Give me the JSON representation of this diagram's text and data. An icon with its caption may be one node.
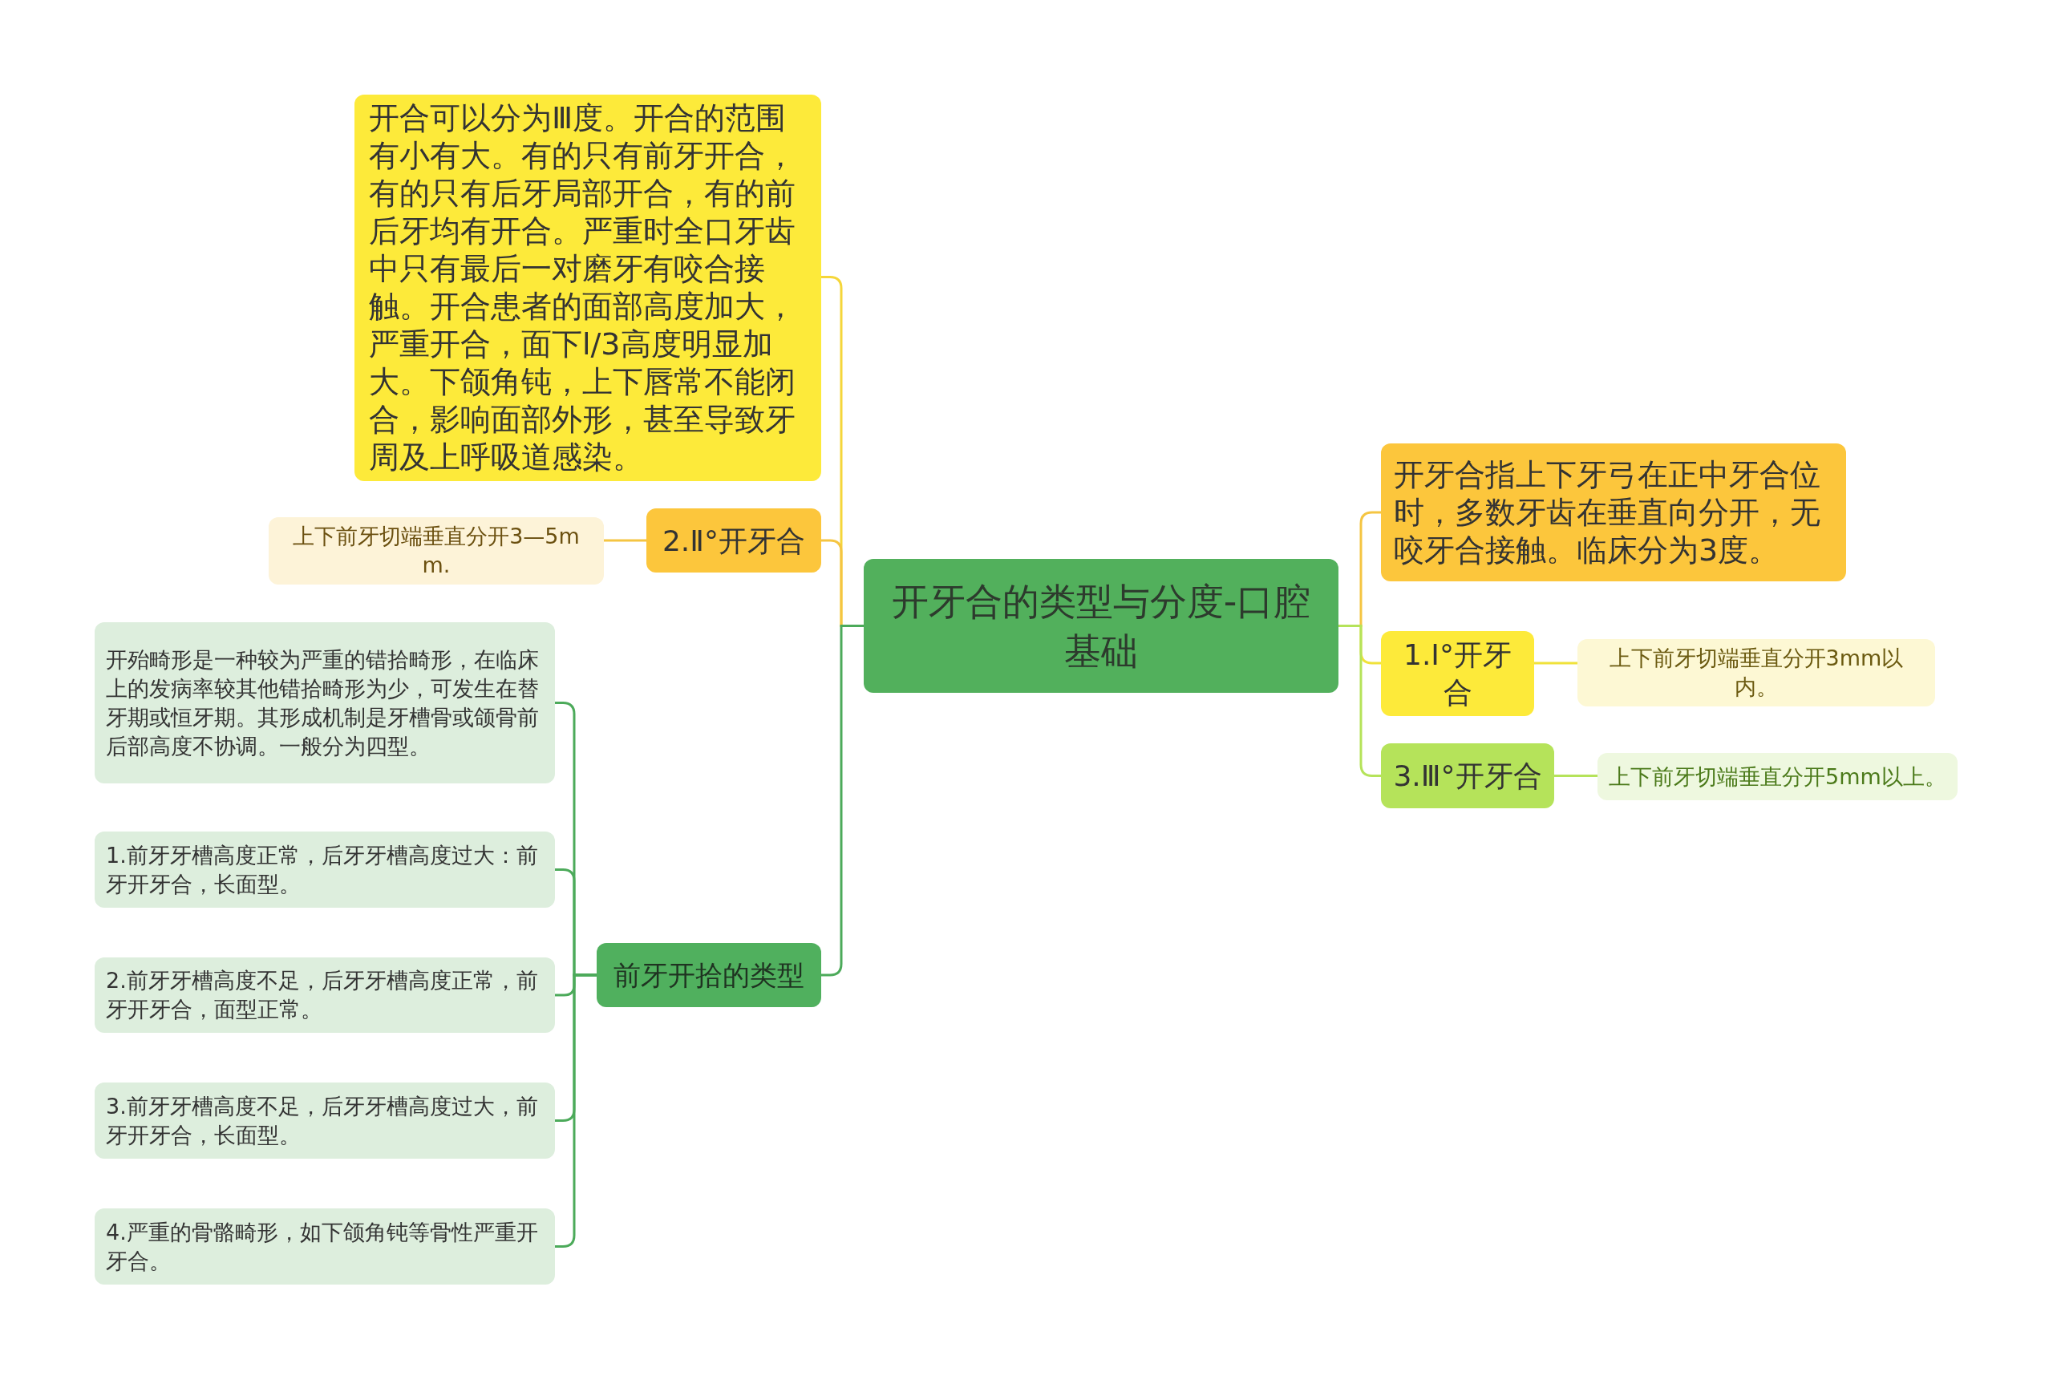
{
  "diagram": {
    "nodes": [
      {
        "text": [
          "开牙合的类型与分度-口腔基础"
        ]
      },
      {
        "text": [
          "开合可以分为Ⅲ度。开合的范围有小有大。有的只有前牙开合，有的只有后牙局部开合，有的前后牙均有开合。严重时全口牙齿中只有最后一对磨牙有咬合接触。开合患者的面部高度加大，严重开合，面下l/3高度明显加大。下颌角钝，上下唇常不能闭合，影响面部外形，甚至导致牙周及上呼吸道感染。"
        ]
      },
      {
        "text": [
          "2.Ⅱ°开牙合"
        ]
      },
      {
        "text": [
          "上下前牙切端垂直分开3—5mm."
        ]
      },
      {
        "text": [
          "前牙开拾的类型"
        ]
      },
      {
        "text": [
          "开殆畸形是一种较为严重的错拾畸形，在临床上的发病率较其他错拾畸形为少，可发生在替牙期或恒牙期。其形成机制是牙槽骨或颌骨前后部高度不协调。一般分为四型。"
        ]
      },
      {
        "text": [
          "1.前牙牙槽高度正常，后牙牙槽高度过大：前牙开牙合，长面型。"
        ]
      },
      {
        "text": [
          "2.前牙牙槽高度不足，后牙牙槽高度正常，前牙开牙合，面型正常。"
        ]
      },
      {
        "text": [
          "3.前牙牙槽高度不足，后牙牙槽高度过大，前牙开牙合，长面型。"
        ]
      },
      {
        "text": [
          "4.严重的骨骼畸形，如下颌角钝等骨性严重开牙合。"
        ]
      },
      {
        "text": [
          "开牙合指上下牙弓在正中牙合位时，多数牙齿在垂直向分开，无咬牙合接触。临床分为3度。"
        ]
      },
      {
        "text": [
          "1.Ⅰ°开牙合"
        ]
      },
      {
        "text": [
          "上下前牙切端垂直分开3mm以内。"
        ]
      },
      {
        "text": [
          "3.Ⅲ°开牙合"
        ]
      },
      {
        "text": [
          "上下前牙切端垂直分开5mm以上。"
        ]
      }
    ],
    "edges": [
      {
        "from": 0,
        "to": 1,
        "arrow": "none",
        "color": "#f5d63a"
      },
      {
        "from": 0,
        "to": 2,
        "arrow": "none",
        "color": "#f5c542"
      },
      {
        "from": 2,
        "to": 3,
        "arrow": "none",
        "color": "#f5c542"
      },
      {
        "from": 0,
        "to": 4,
        "arrow": "none",
        "color": "#4caa5a"
      },
      {
        "from": 4,
        "to": 5,
        "arrow": "none",
        "color": "#4caa5a"
      },
      {
        "from": 4,
        "to": 6,
        "arrow": "none",
        "color": "#4caa5a"
      },
      {
        "from": 4,
        "to": 7,
        "arrow": "none",
        "color": "#4caa5a"
      },
      {
        "from": 4,
        "to": 8,
        "arrow": "none",
        "color": "#4caa5a"
      },
      {
        "from": 4,
        "to": 9,
        "arrow": "none",
        "color": "#4caa5a"
      },
      {
        "from": 0,
        "to": 10,
        "arrow": "none",
        "color": "#f5c542"
      },
      {
        "from": 0,
        "to": 11,
        "arrow": "none",
        "color": "#f0e23a"
      },
      {
        "from": 11,
        "to": 12,
        "arrow": "none",
        "color": "#f0e23a"
      },
      {
        "from": 0,
        "to": 13,
        "arrow": "none",
        "color": "#b5e35a"
      },
      {
        "from": 13,
        "to": 14,
        "arrow": "none",
        "color": "#b5e35a"
      }
    ]
  }
}
